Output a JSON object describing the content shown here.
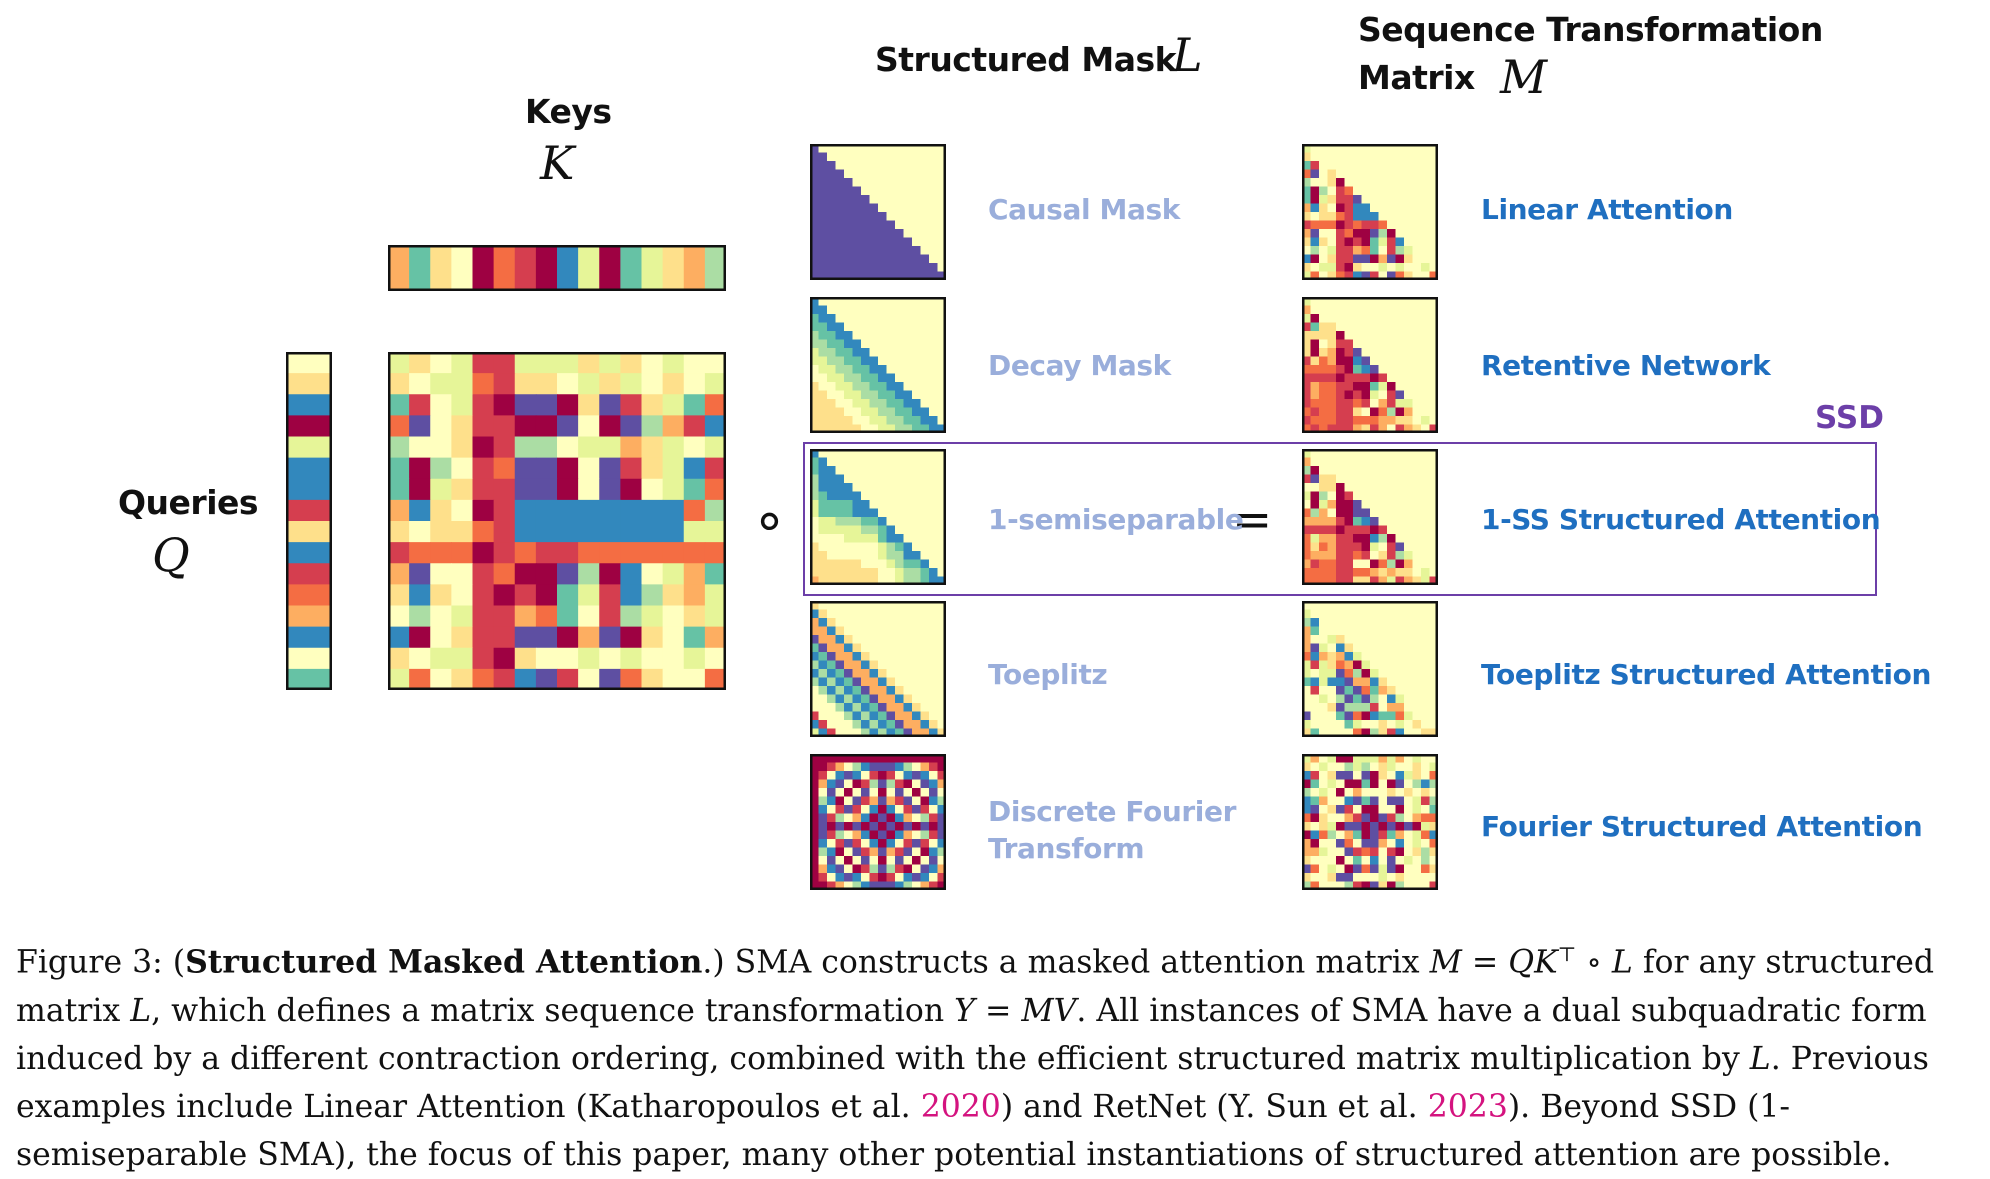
{
  "headers": {
    "keys": "Keys",
    "keys_symbol": "K",
    "queries": "Queries",
    "queries_symbol": "Q",
    "structured_mask": "Structured Mask",
    "structured_mask_symbol": "L",
    "seq_transform_line1": "Sequence Transformation",
    "seq_transform_line2": "Matrix",
    "seq_transform_symbol": "M"
  },
  "operators": {
    "hadamard": "∘",
    "equals": "="
  },
  "ssd_tag": "SSD",
  "rows": [
    {
      "mask": "Causal Mask",
      "mask_line2": "",
      "sequence": "Linear Attention"
    },
    {
      "mask": "Decay Mask",
      "mask_line2": "",
      "sequence": "Retentive Network"
    },
    {
      "mask": "1-semiseparable",
      "mask_line2": "",
      "sequence": "1-SS Structured Attention"
    },
    {
      "mask": "Toeplitz",
      "mask_line2": "",
      "sequence": "Toeplitz Structured Attention"
    },
    {
      "mask": "Discrete Fourier",
      "mask_line2": "Transform",
      "sequence": "Fourier Structured Attention"
    }
  ],
  "caption": {
    "label": "Figure 3:",
    "title": "Structured Masked Attention",
    "p1": ".) SMA constructs a masked attention matrix ",
    "eq1": "M = QK",
    "eq1_sup": "⊤",
    "eq1_tail": " ∘ L",
    "p2": " for any structured matrix ",
    "L": "L",
    "p3": ", which defines a matrix sequence transformation ",
    "eq2": "Y = MV",
    "p4": ". All instances of SMA have a dual subquadratic form induced by a different contraction ordering, combined with the efficient structured matrix multiplication by ",
    "p5": ". Previous examples include Linear Attention (Katharopoulos et al. ",
    "cite1": "2020",
    "p6": ") and RetNet (Y. Sun et al. ",
    "cite2": "2023",
    "p7": "). Beyond SSD (1-semiseparable SMA), the focus of this paper, many other potential instantiations of structured attention are possible."
  },
  "colors": {
    "mask_label": "#9aaedb",
    "sequence_label": "#1f6fc0",
    "ssd": "#6c3fa8",
    "citation": "#d4137f",
    "colormap": [
      "#5e4fa2",
      "#3288bd",
      "#66c2a5",
      "#abdda4",
      "#e6f598",
      "#ffffbf",
      "#fee08b",
      "#fdae61",
      "#f46d43",
      "#d53e4f",
      "#9e0142"
    ]
  }
}
